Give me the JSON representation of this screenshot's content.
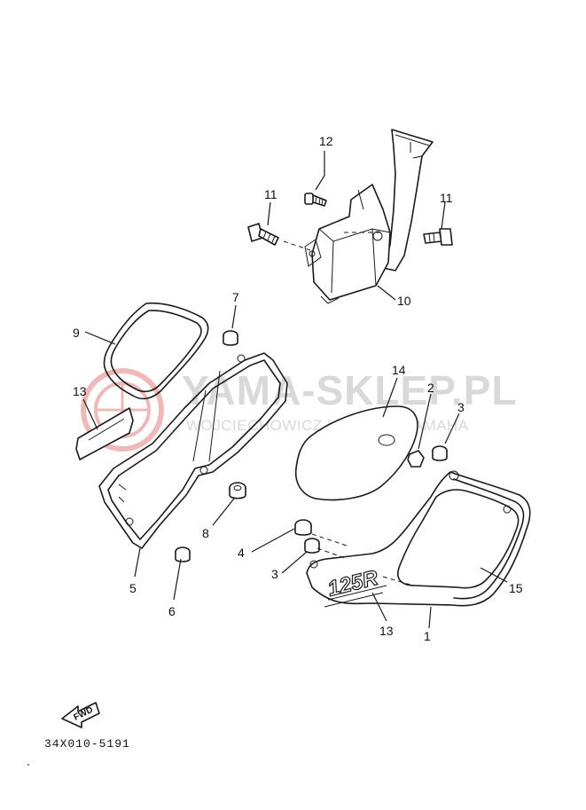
{
  "watermark": {
    "brand": "YAMA-SKLEP.PL",
    "tagline": "WOJCIECHOWICZ | DEALER YAMAHA",
    "logo_color": "#f0b9b9",
    "text_color": "#d9d9d9"
  },
  "callouts": {
    "c1": "1",
    "c2": "2",
    "c3a": "3",
    "c3b": "3",
    "c4": "4",
    "c5": "5",
    "c6": "6",
    "c7": "7",
    "c8": "8",
    "c9": "9",
    "c10": "10",
    "c11a": "11",
    "c11b": "11",
    "c12": "12",
    "c13a": "13",
    "c13b": "13",
    "c14": "14",
    "c15": "15"
  },
  "decal_text": "125R",
  "fwd_label": "FWD",
  "drawing_code": "34X010-5191"
}
